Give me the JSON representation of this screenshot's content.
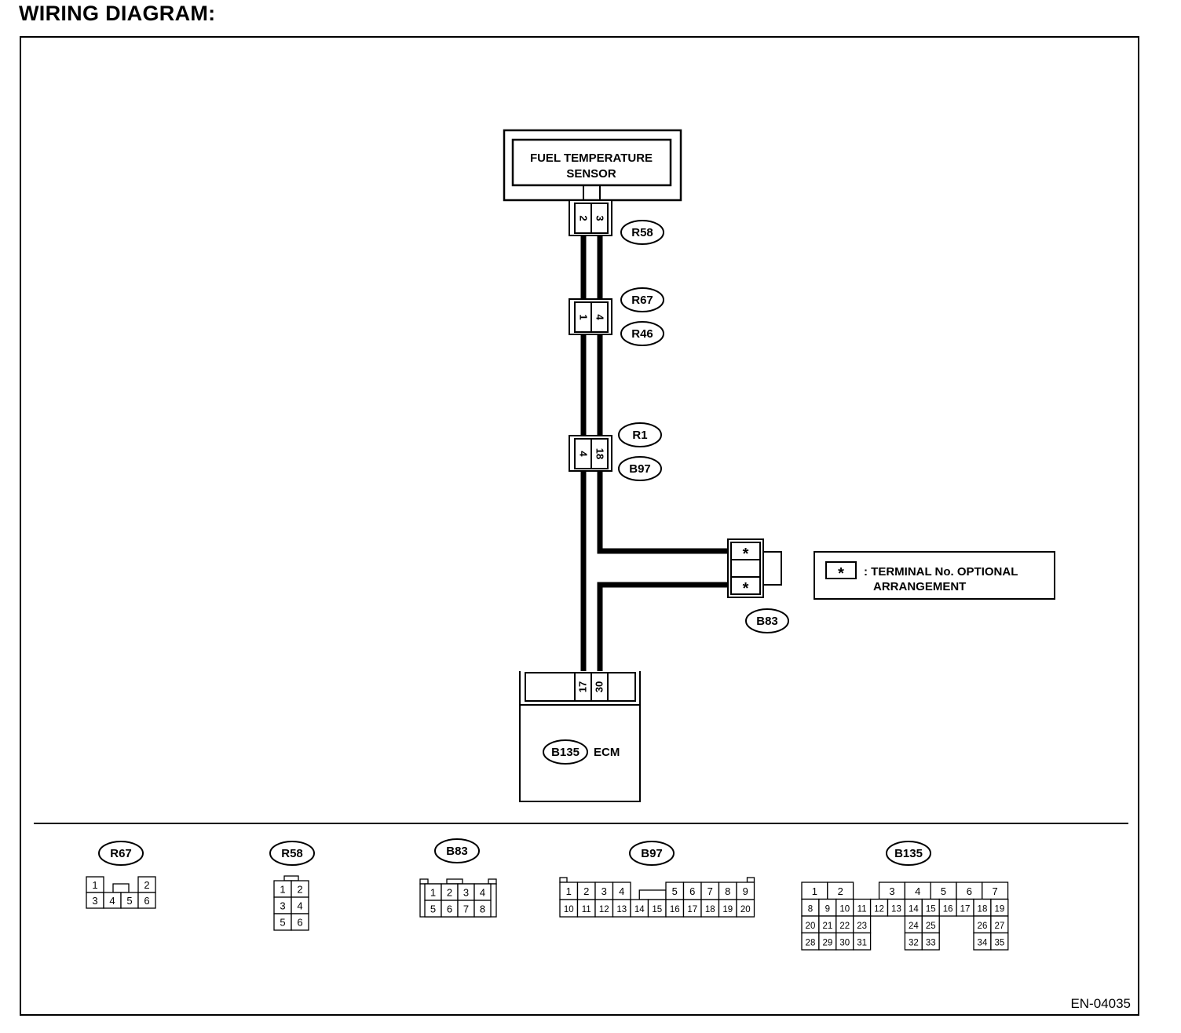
{
  "title": "WIRING DIAGRAM:",
  "figure_id": "EN-04035",
  "sensor": {
    "line1": "FUEL TEMPERATURE",
    "line2": "SENSOR"
  },
  "ecm": {
    "connector": "B135",
    "label": "ECM",
    "pins": [
      "17",
      "30"
    ]
  },
  "harness_connectors": [
    {
      "id": "R58",
      "pins": [
        "2",
        "3"
      ]
    },
    {
      "id": "R67",
      "mate": "R46",
      "pins": [
        "1",
        "4"
      ]
    },
    {
      "id": "R1",
      "mate": "B97",
      "pins": [
        "4",
        "18"
      ]
    }
  ],
  "b83": {
    "id": "B83",
    "pins": [
      "*",
      "*"
    ]
  },
  "legend": {
    "symbol": "*",
    "line1": ": TERMINAL No. OPTIONAL",
    "line2": "ARRANGEMENT"
  },
  "connector_views": [
    {
      "id": "R67",
      "top": [
        "1",
        "2"
      ],
      "bottom": [
        "3",
        "4",
        "5",
        "6"
      ]
    },
    {
      "id": "R58",
      "rows": [
        [
          "1",
          "2"
        ],
        [
          "3",
          "4"
        ],
        [
          "5",
          "6"
        ]
      ]
    },
    {
      "id": "B83",
      "top": [
        "1",
        "2",
        "3",
        "4"
      ],
      "bottom": [
        "5",
        "6",
        "7",
        "8"
      ]
    },
    {
      "id": "B97",
      "top": [
        "1",
        "2",
        "3",
        "4",
        "5",
        "6",
        "7",
        "8",
        "9"
      ],
      "bottom": [
        "10",
        "11",
        "12",
        "13",
        "14",
        "15",
        "16",
        "17",
        "18",
        "19",
        "20"
      ]
    },
    {
      "id": "B135",
      "row1": [
        "1",
        "2",
        "3",
        "4",
        "5",
        "6",
        "7"
      ],
      "row2": [
        "8",
        "9",
        "10",
        "11",
        "12",
        "13",
        "14",
        "15",
        "16",
        "17",
        "18",
        "19"
      ],
      "row3": [
        "20",
        "21",
        "22",
        "23",
        "24",
        "25",
        "26",
        "27"
      ],
      "row4": [
        "28",
        "29",
        "30",
        "31",
        "32",
        "33",
        "34",
        "35"
      ]
    }
  ]
}
